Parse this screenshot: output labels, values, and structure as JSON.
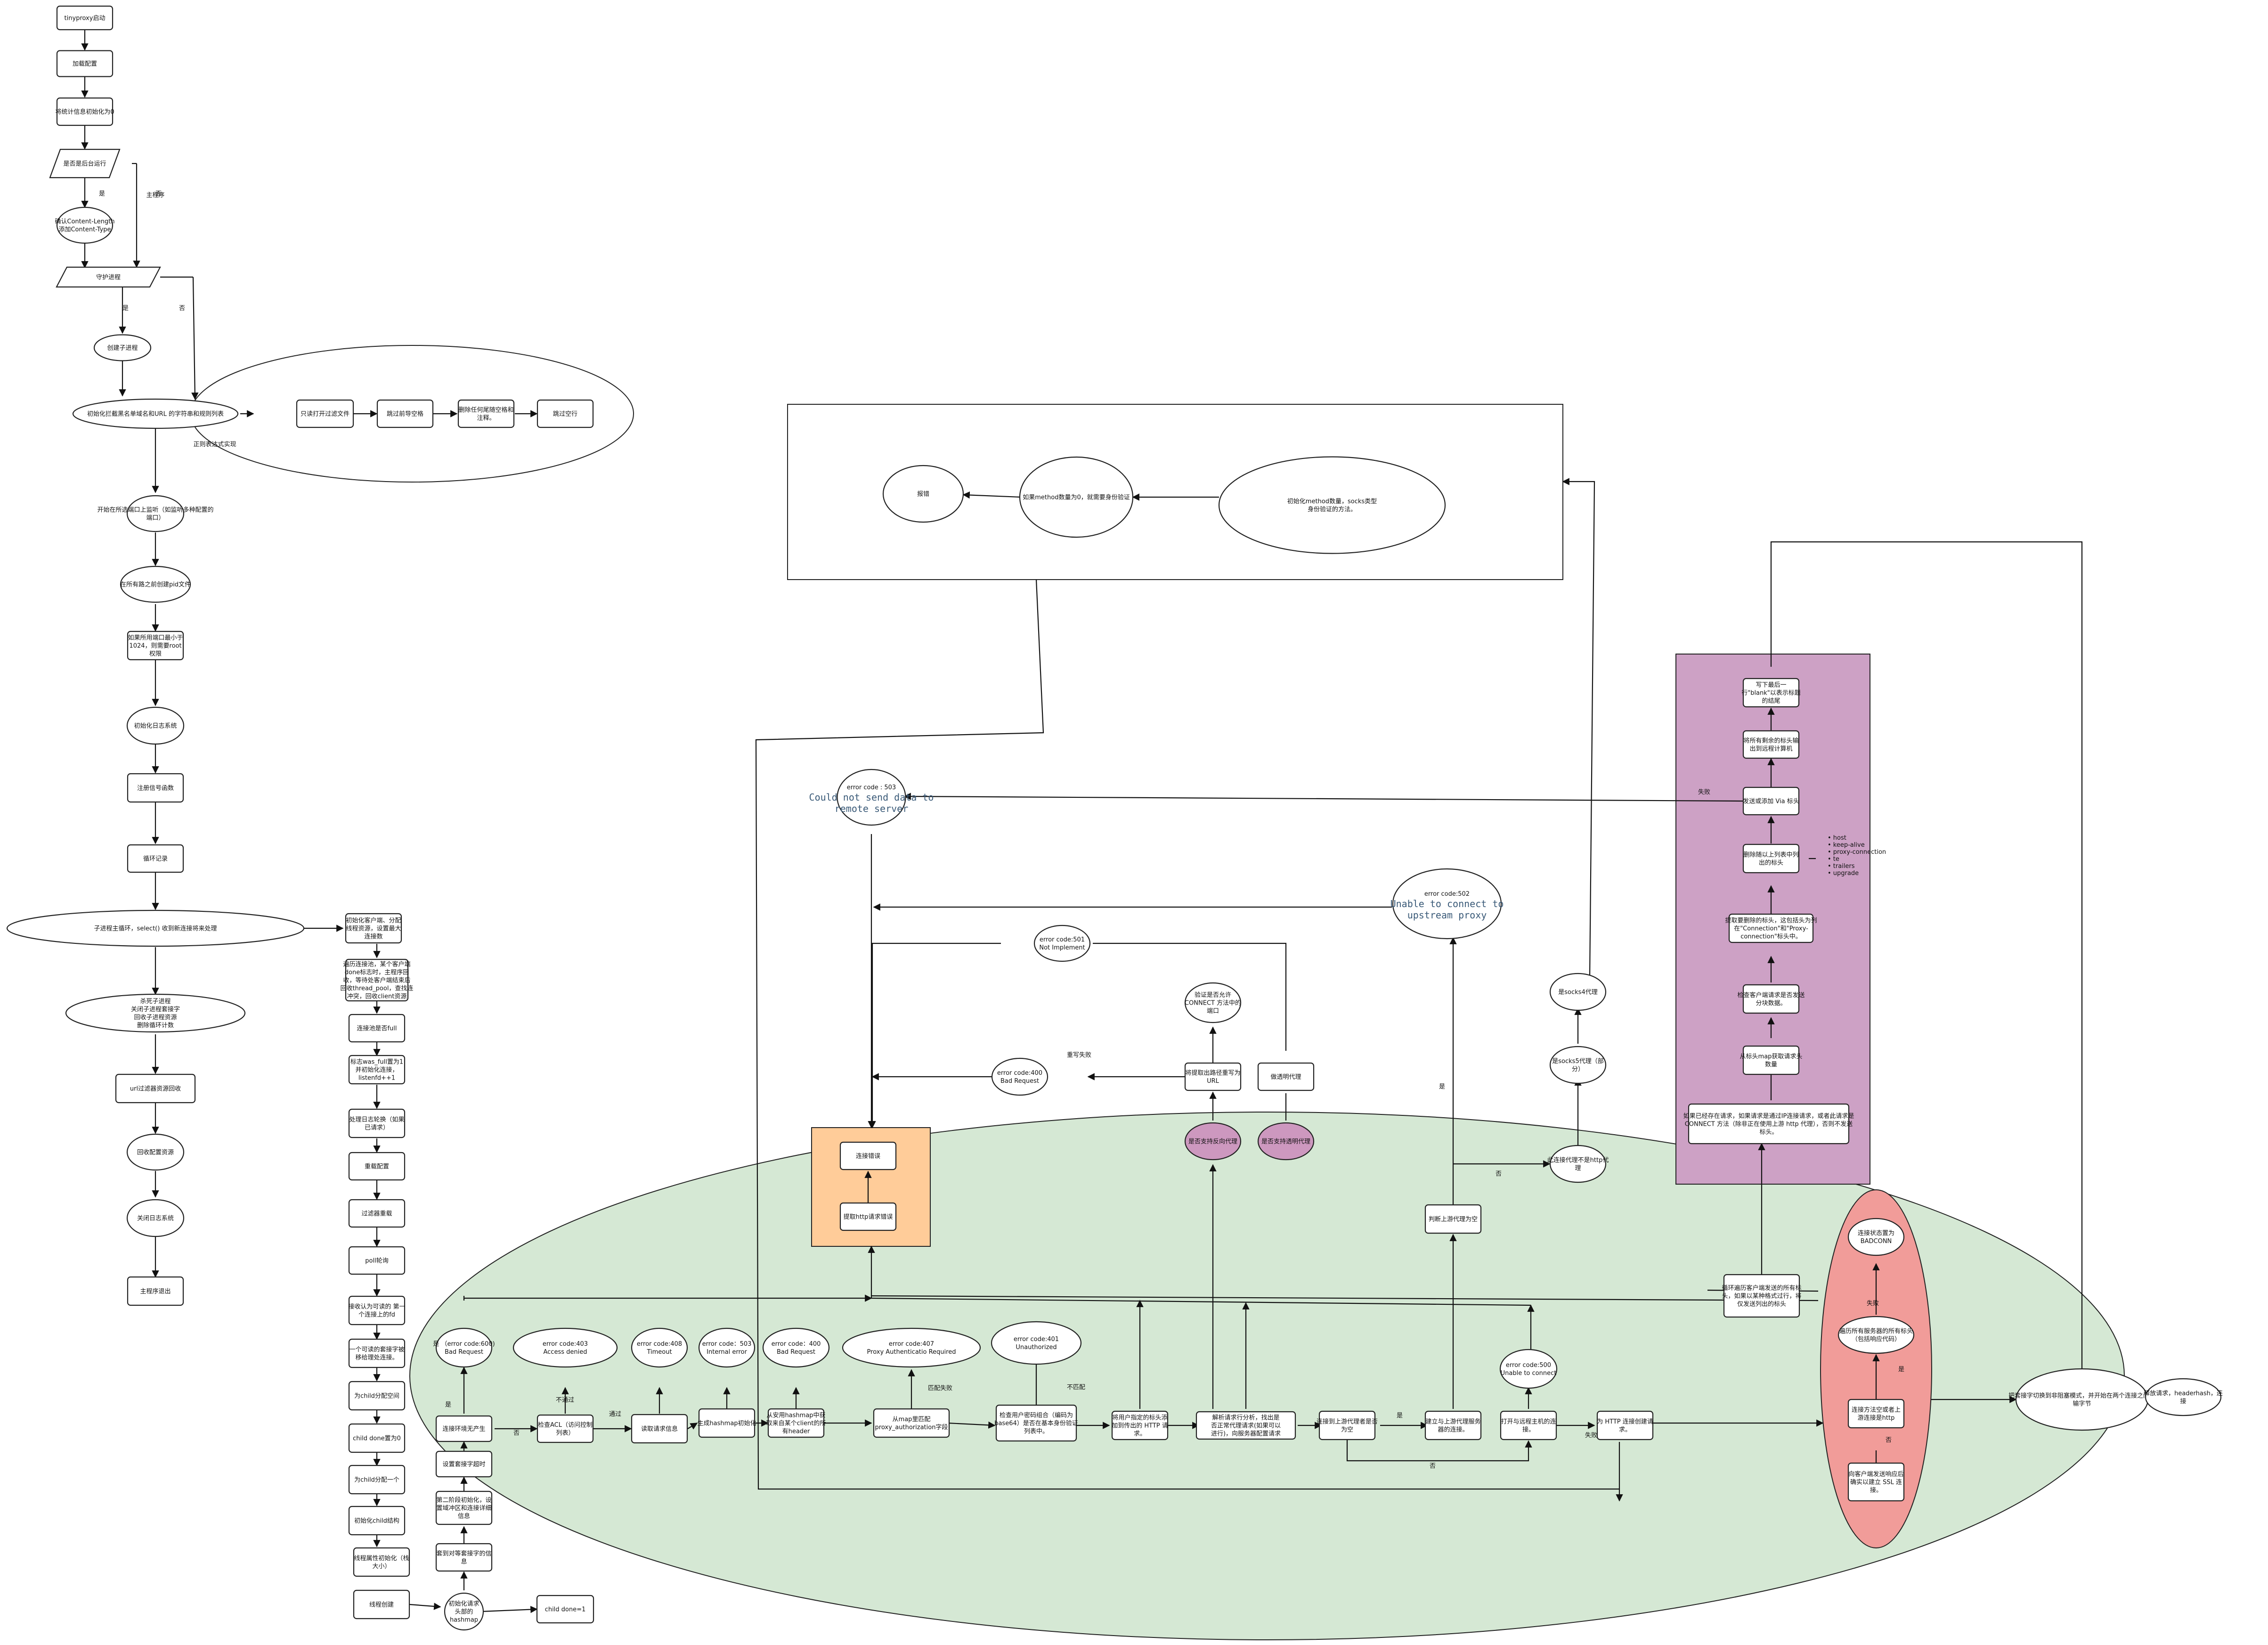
{
  "diagram": {
    "colors": {
      "green_region": "#d5e8d4",
      "orange_region": "#ffcc99",
      "purple_region": "#cda1c5",
      "red_region": "#f19c99",
      "purple_node": "#cd98bf",
      "stroke": "#222222"
    },
    "nodes": {
      "n_start": "tinyproxy启动",
      "n_load_cfg": "加载配置",
      "n_init_stats": "将统计信息初始化为0",
      "n_is_daemon": "是否是后台运行",
      "n_content_len": "确认Content-Length\n添加Content-Type",
      "n_guard": "守护进程",
      "n_fork_child": "创建子进程",
      "n_init_regex": "初始化拦截黑名单域名和URL 的字符串和规则列表",
      "n_filter_open": "只读打开过滤文件",
      "n_skip_space": "跳过前导空格",
      "n_remove_comment": "删除任何尾随空格和\n注释。",
      "n_skip_empty": "跳过空行",
      "n_listen": "开始在所选端口上监听（如监听多种配置的\n端口）",
      "n_pid": "在所有路之前创建pid文件",
      "n_switch_user": "如果所用端口最小于\n1024，则需要root\n权限",
      "n_init_log": "初始化日志系统",
      "n_signal": "注册信号函数",
      "n_loop": "循环记录",
      "n_main_loop": "子进程主循环，select() 收到新连接将来处理",
      "n_kill_child": "杀死子进程\n关闭子进程套接字\n回收子进程资源\n删除循环计数",
      "n_url_free": "url过滤器资源回收",
      "n_free_cfg": "回收配置资源",
      "n_close_log": "关闭日志系统",
      "n_main_exit": "主程序退出",
      "s_init_stats": "初始化客户端、分配\n线程资源，设置最大\n连接数",
      "s_scan": "遍历连接池，某个客户端\ndone标志时，主程序回\n收，等待处客户端结束后\n回收thread_pool，查找连\n冲突，回收client资源",
      "s_pool_full": "连接池是否full",
      "s_mark_full": "标志was_full置为1\n并初始化连接，\nlistenfd++1",
      "s_process_log": "处理日志轮换（如果\n已请求）",
      "s_reload": "重载配置",
      "s_filter": "过滤器重载",
      "s_poll": "poll轮询",
      "s_accept": "接收认为可读的 第一\n个连接上的fd",
      "s_first_conn": "一个可读的套接字被\n移给理处连接。",
      "s_alloc": "为child分配空间",
      "s_done": "child done置为0",
      "s_conn_free": "为child分配一个",
      "s_init_child": "初始化child结构",
      "s_thread_attr": "线程属性初始化（栈\n大小）",
      "s_create_thread": "线程创建",
      "m_init_req": "初始化请求\n头部的\nhashmap",
      "m_child_done": "child done=1",
      "m_check_header": "套到对等套接字的信\n息",
      "m_dns": "第二阶段初始化，设\n置域冲区和连接详细\n信息",
      "m_set_timeout": "设置套接字超时",
      "m_conn_err": "连接环境无产生",
      "m_acl": "检查ACL（访问控制\n列表）",
      "m_read_req": "读取请求信息",
      "m_hashmap": "生成hashmap初始化",
      "m_parse_header": "从安用hashmap中获\n取来自某个client的所\n有header",
      "m_proxy_auth": "从map里匹配\nproxy_authorization字段",
      "m_basic_auth": "检查用户密码组合（编码为\nbase64）是否在基本身份验证\n列表中。",
      "m_http_req": "将用户指定的标头添\n加到传出的 HTTP 请\n求。",
      "m_process_req": "解析请求行分析，找出是\n否正常代理请求(如果可以\n进行)，向服务器配置请求",
      "m_upstream": "连接到上游代理者是否\n为空",
      "m_conn_upstream": "建立与上游代理服务\n器的连接。",
      "m_open_remote": "打开与远程主机的连\n接。",
      "m_http_send": "为 HTTP 连接创建请\n求。",
      "e_600": "是 （error code:600)\nBad Request",
      "e_403": "error code:403\nAccess denied",
      "e_408": "error code:408\nTimeout",
      "e_503": "error code：503\nInternal error",
      "e_400a": "error code：400\nBad Request",
      "e_407": "error code:407\nProxy Authenticatio Required",
      "e_401": "error code:401\nUnauthorized",
      "e_500": "error code:500\nUnable to connect",
      "o_conn_err": "连接错误",
      "o_read_http": "提取http请求错误",
      "t_rewrite_url": "将提取出路径重写为\nURL",
      "t_transparent": "做透明代理",
      "t_check_connect": "验证是否允许\nCONNECT 方法中的\n端口",
      "t_is_reverse": "是否支持反向代理",
      "t_is_transparent": "是否支持透明代理",
      "e_400b": "error code:400\nBad Request",
      "e_501": "error code:501\nNot Implement",
      "e_503b": "error code : 503\nCould not send data to\nremote server",
      "e_502": "error code:502\nUnable to connect to\nupstream proxy",
      "t_check_upstream": "判断上游代理为空",
      "t_is_http": "此连接代理不是http代\n理",
      "t_is_socks5": "是socks5代理（部\n分）",
      "t_is_socks4": "是socks4代理",
      "p_check_method": "如果已经存在请求，如果请求是通过IP连接请求，或者此请求是\nCONNECT 方法（除非正在使用上游 http 代理），否则不发送\n标头。",
      "p_relay_map": "从标头map获取请求头\n数量",
      "p_check_len": "检查客户端请求是否发送\n分块数据。",
      "p_strip_hdr": "提取要删除的标头，这包括头为列\n在\"Connection\"和\"Proxy-\nconnection\"标头中。",
      "p_del_hdr": "删除随以上列表中列\n出的标头",
      "p_via": "发送或添加 Via 标头",
      "p_send_rest": "将所有剩余的标头输\n出到远程计算机",
      "p_blank": "写下最后一\n行\"blank\"以表示标题\n的结尾",
      "p_hdr_list": "host\nkeep-alive\nproxy-connection\nte\ntrailers\nupgrade",
      "r_iter_hdr": "循环遍历客户端发送的所有标\n头，如果以某种格式过行，将\n仅发送列出的标头",
      "r_mark_bad": "连接状态置为\nBADCONN",
      "r_process_resp": "遍历所有服务器的所有标头\n（包括响应代码）",
      "r_is_connect": "连接方法空或者上\n游连接是http",
      "r_ssl": "向客户端发送响应后\n确实以建立 SSL 连\n接。",
      "f_relay": "把套接字切换到非阻塞模式，并开始在两个连接之间传\n输字节",
      "f_release": "释放请求，headerhash，连\n接",
      "t_socks_init": "初始化method数量，socks类型\n身份验证的方法。",
      "t_method_check": "如果method数量为0，就需要身份验证",
      "t_error": "报错",
      "c_fork_main": "主程序",
      "c_regex": "正则表达式实现"
    },
    "edge_labels": {
      "yes": "是",
      "no": "否",
      "not_pass": "不通过",
      "pass": "通过",
      "match_fail": "匹配失败",
      "mismatch": "不匹配",
      "rewrite_fail": "重写失败",
      "fail": "失败"
    }
  }
}
